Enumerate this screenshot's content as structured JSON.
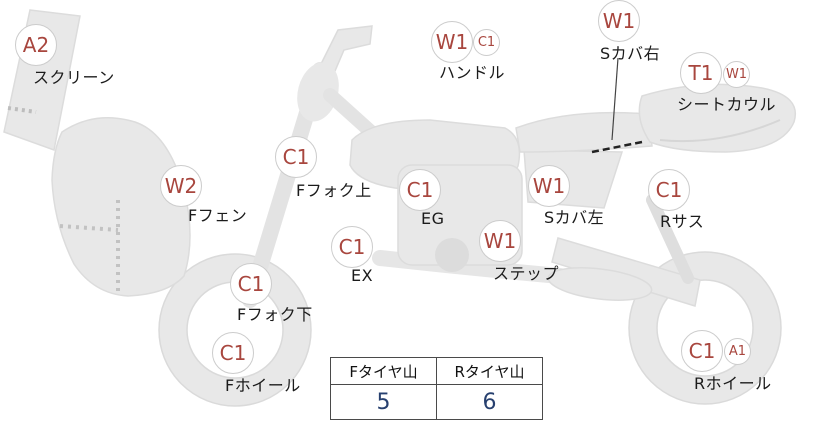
{
  "markers": [
    {
      "code": "A2",
      "label": "スクリーン"
    },
    {
      "code": "W2",
      "label": "Fフェン"
    },
    {
      "code": "C1",
      "label": "Fフォク上"
    },
    {
      "code": "C1",
      "label": "EX"
    },
    {
      "code": "C1",
      "label": "Fフォク下"
    },
    {
      "code": "C1",
      "label": "Fホイール"
    },
    {
      "code": "W1",
      "sub_code": "C1",
      "label": "ハンドル"
    },
    {
      "code": "C1",
      "label": "EG"
    },
    {
      "code": "W1",
      "label": "ステップ"
    },
    {
      "code": "W1",
      "label": "Sカバ右"
    },
    {
      "code": "W1",
      "label": "Sカバ左"
    },
    {
      "code": "T1",
      "sub_code": "W1",
      "label": "シートカウル"
    },
    {
      "code": "C1",
      "label": "Rサス"
    },
    {
      "code": "C1",
      "sub_code": "A1",
      "label": "Rホイール"
    }
  ],
  "tire_table": {
    "headers": [
      "Fタイヤ山",
      "Rタイヤ山"
    ],
    "values": [
      "5",
      "6"
    ]
  },
  "colors": {
    "code_text": "#a8463e",
    "circle_border": "#cccccc",
    "value_text": "#27406f",
    "bike_fill": "#e8e8e8"
  }
}
